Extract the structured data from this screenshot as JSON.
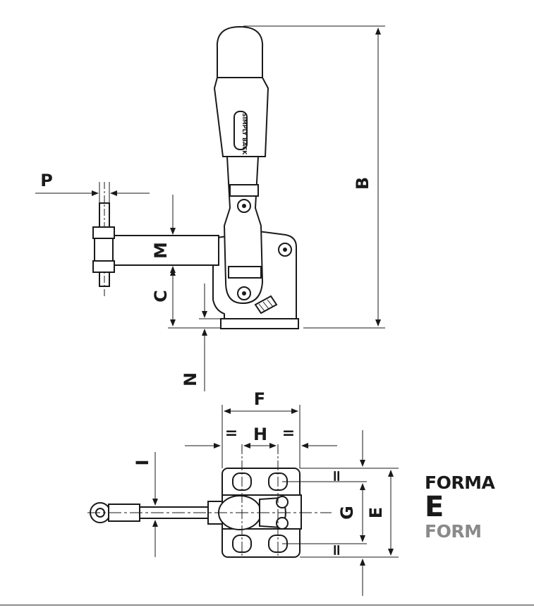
{
  "dimensions": {
    "b": "B",
    "p": "P",
    "m": "M",
    "c": "C",
    "n": "N",
    "f": "F",
    "h": "H",
    "i": "I",
    "g": "G",
    "e": "E"
  },
  "equal_marks": {
    "top_left": "=",
    "top_right": "=",
    "right_top": "=",
    "right_bottom": "="
  },
  "handle_brand": "SIMPLY BACK",
  "variant": {
    "forma": "FORMA",
    "code": "E",
    "form": "FORM"
  },
  "colors": {
    "ink": "#1a1a1a",
    "form_gray": "#8a8a8a"
  }
}
